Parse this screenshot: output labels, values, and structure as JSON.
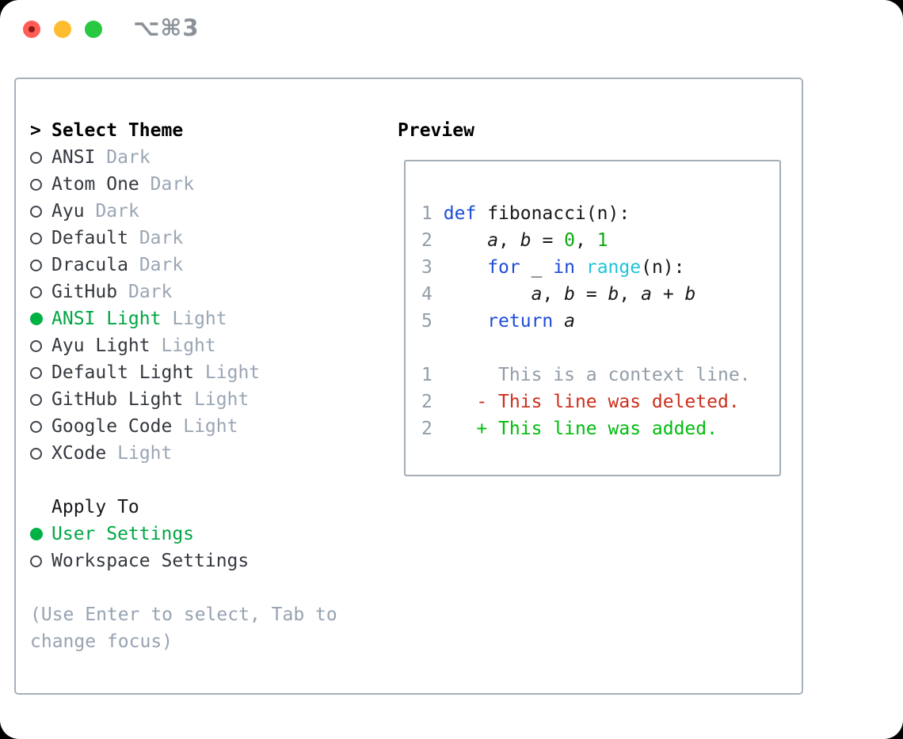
{
  "titlebar": {
    "shortcut": "⌥⌘3"
  },
  "theme_list": {
    "focus_marker": ">",
    "header": "Select Theme",
    "items": [
      {
        "name": "ANSI",
        "tag": "Dark",
        "selected": false
      },
      {
        "name": "Atom One",
        "tag": "Dark",
        "selected": false
      },
      {
        "name": "Ayu",
        "tag": "Dark",
        "selected": false
      },
      {
        "name": "Default",
        "tag": "Dark",
        "selected": false
      },
      {
        "name": "Dracula",
        "tag": "Dark",
        "selected": false
      },
      {
        "name": "GitHub",
        "tag": "Dark",
        "selected": false
      },
      {
        "name": "ANSI Light",
        "tag": "Light",
        "selected": true
      },
      {
        "name": "Ayu Light",
        "tag": "Light",
        "selected": false
      },
      {
        "name": "Default Light",
        "tag": "Light",
        "selected": false
      },
      {
        "name": "GitHub Light",
        "tag": "Light",
        "selected": false
      },
      {
        "name": "Google Code",
        "tag": "Light",
        "selected": false
      },
      {
        "name": "XCode",
        "tag": "Light",
        "selected": false
      }
    ]
  },
  "apply_to": {
    "header": "Apply To",
    "options": [
      {
        "label": "User Settings",
        "selected": true
      },
      {
        "label": "Workspace Settings",
        "selected": false
      }
    ]
  },
  "help_lines": [
    "(Use Enter to select, Tab to",
    "change focus)"
  ],
  "preview": {
    "title": "Preview",
    "code_lines": [
      {
        "num": "",
        "segments": []
      },
      {
        "num": "1",
        "segments": [
          {
            "text": "def",
            "style": "kw"
          },
          {
            "text": " fibonacci(n):",
            "style": "plain"
          }
        ]
      },
      {
        "num": "2",
        "segments": [
          {
            "text": "    ",
            "style": "plain"
          },
          {
            "text": "a",
            "style": "var"
          },
          {
            "text": ", ",
            "style": "plain"
          },
          {
            "text": "b",
            "style": "var"
          },
          {
            "text": " = ",
            "style": "plain"
          },
          {
            "text": "0",
            "style": "num"
          },
          {
            "text": ", ",
            "style": "plain"
          },
          {
            "text": "1",
            "style": "num"
          }
        ]
      },
      {
        "num": "3",
        "segments": [
          {
            "text": "    ",
            "style": "plain"
          },
          {
            "text": "for",
            "style": "kw"
          },
          {
            "text": " _ ",
            "style": "plain"
          },
          {
            "text": "in",
            "style": "kw"
          },
          {
            "text": " ",
            "style": "plain"
          },
          {
            "text": "range",
            "style": "builtin"
          },
          {
            "text": "(n):",
            "style": "plain"
          }
        ]
      },
      {
        "num": "4",
        "segments": [
          {
            "text": "        ",
            "style": "plain"
          },
          {
            "text": "a",
            "style": "var"
          },
          {
            "text": ", ",
            "style": "plain"
          },
          {
            "text": "b",
            "style": "var"
          },
          {
            "text": " = ",
            "style": "plain"
          },
          {
            "text": "b",
            "style": "var"
          },
          {
            "text": ", ",
            "style": "plain"
          },
          {
            "text": "a",
            "style": "var"
          },
          {
            "text": " + ",
            "style": "plain"
          },
          {
            "text": "b",
            "style": "var"
          }
        ]
      },
      {
        "num": "5",
        "segments": [
          {
            "text": "    ",
            "style": "plain"
          },
          {
            "text": "return",
            "style": "kw"
          },
          {
            "text": " ",
            "style": "plain"
          },
          {
            "text": "a",
            "style": "var"
          }
        ]
      },
      {
        "num": "",
        "segments": []
      },
      {
        "num": "1",
        "segments": [
          {
            "text": "     This is a context line.",
            "style": "context"
          }
        ]
      },
      {
        "num": "2",
        "segments": [
          {
            "text": "   - This line was deleted.",
            "style": "deleted"
          }
        ]
      },
      {
        "num": "2",
        "segments": [
          {
            "text": "   + This line was added.",
            "style": "added"
          }
        ]
      }
    ]
  },
  "colors": {
    "accent_green_text": "#00a643",
    "accent_green_dot": "#00b144",
    "keyword_blue": "#1d4cd7",
    "builtin_cyan": "#1fc3da",
    "number_green": "#0fa80f",
    "diff_deleted_red": "#cd2f1d",
    "diff_added_green": "#00bd0c",
    "muted_gray": "#9aa6b4",
    "line_number_gray": "#929ca7",
    "panel_border": "#a8b0ba",
    "traffic_red": "#ff5d55",
    "traffic_yellow": "#febc2e",
    "traffic_green": "#28c840"
  }
}
